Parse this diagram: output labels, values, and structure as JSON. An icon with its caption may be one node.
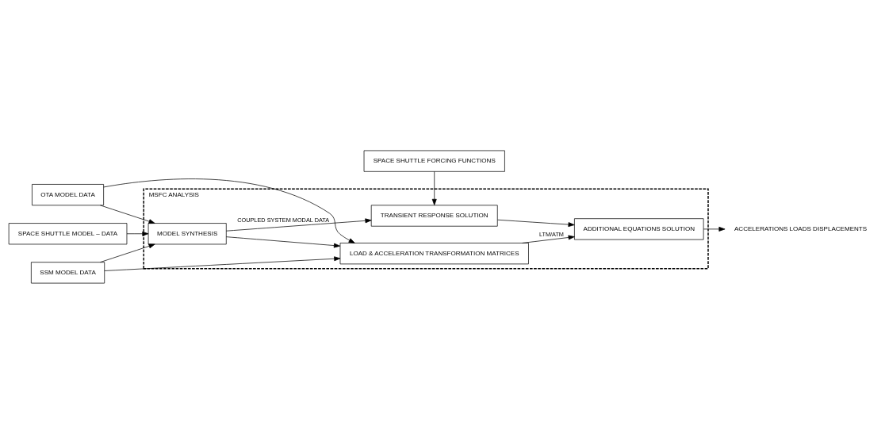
{
  "diagram": {
    "nodes": [
      {
        "text": [
          "MSFC ANALYSIS"
        ]
      },
      {
        "text": [
          "OTA MODEL DATA"
        ]
      },
      {
        "text": [
          "SSM MODEL DATA"
        ]
      },
      {
        "text": [
          "SPACE SHUTTLE MODEL – DATA"
        ]
      },
      {
        "text": [
          "LOAD & ACCELERATION TRANSFORMATION MATRICES"
        ],
        "in": 0
      },
      {
        "text": [
          "MODEL SYNTHESIS"
        ],
        "in": 0
      },
      {
        "text": [
          "TRANSIENT RESPONSE SOLUTION"
        ],
        "in": 0
      },
      {
        "text": [
          "ADDITIONAL EQUATIONS SOLUTION"
        ],
        "in": 0
      },
      {
        "text": [
          "ACCELERATIONS LOADS DISPLACEMENTS"
        ]
      },
      {
        "text": [
          "SPACE SHUTTLE FORCING FUNCTIONS"
        ]
      }
    ],
    "edges": [
      {
        "from": 1,
        "to": 4,
        "arrow": "to"
      },
      {
        "from": 1,
        "to": 5,
        "arrow": "to"
      },
      {
        "from": 2,
        "to": 4,
        "arrow": "to"
      },
      {
        "from": 2,
        "to": 5,
        "arrow": "to"
      },
      {
        "from": 3,
        "to": 5,
        "arrow": "to"
      },
      {
        "from": 5,
        "to": 4,
        "arrow": "to"
      },
      {
        "from": 5,
        "to": 6,
        "arrow": "to",
        "label": "COUPLED SYSTEM MODAL DATA"
      },
      {
        "from": 4,
        "to": 7,
        "arrow": "to",
        "label": "LTM/ATM"
      },
      {
        "from": 6,
        "to": 7,
        "arrow": "to"
      },
      {
        "from": 7,
        "to": 8,
        "arrow": "to"
      },
      {
        "from": 9,
        "to": 6,
        "arrow": "to"
      }
    ]
  }
}
